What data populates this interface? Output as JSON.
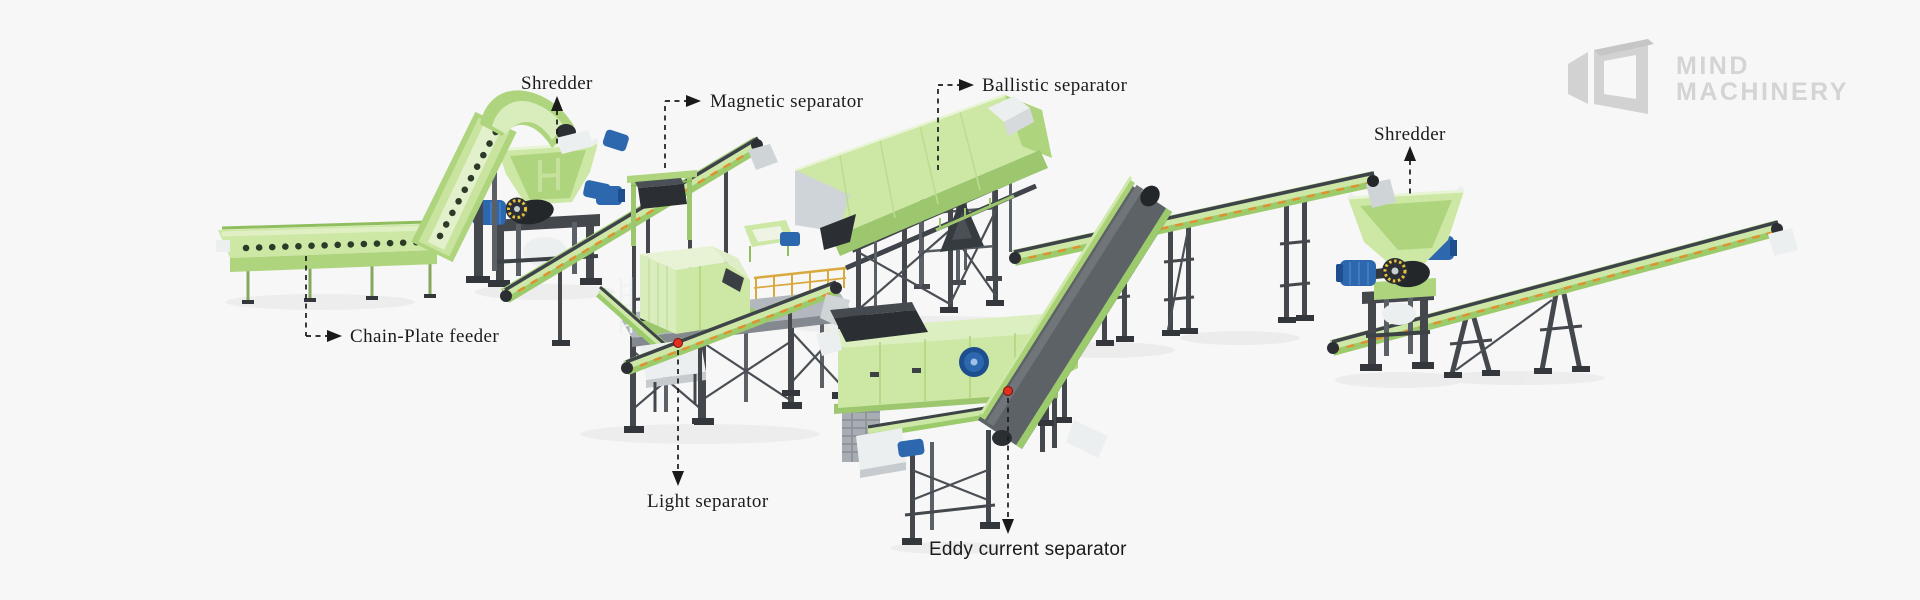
{
  "background": "#f7f7f7",
  "brand": {
    "line1": "MIND",
    "line2": "MACHINERY",
    "color": "#d4d4d4",
    "icon": "container-3d-icon"
  },
  "labels": {
    "shredder_left": "Shredder",
    "magnetic_separator": "Magnetic separator",
    "ballistic_separator": "Ballistic separator",
    "chain_plate_feeder": "Chain-Plate feeder",
    "light_separator": "Light separator",
    "eddy_current_separator": "Eddy current separator",
    "shredder_right": "Shredder"
  },
  "colors": {
    "machine_green": "#cde7a4",
    "machine_green_light": "#e7f3d4",
    "machine_green_dark": "#9cc76f",
    "frame_gray": "#44484d",
    "belt_gray": "#5d6267",
    "motor_blue": "#2d67ad",
    "accent_yellow": "#e2a93e",
    "dash_orange": "#e0912f",
    "marker_red": "#e03020",
    "label_text": "#1b1b1b"
  }
}
